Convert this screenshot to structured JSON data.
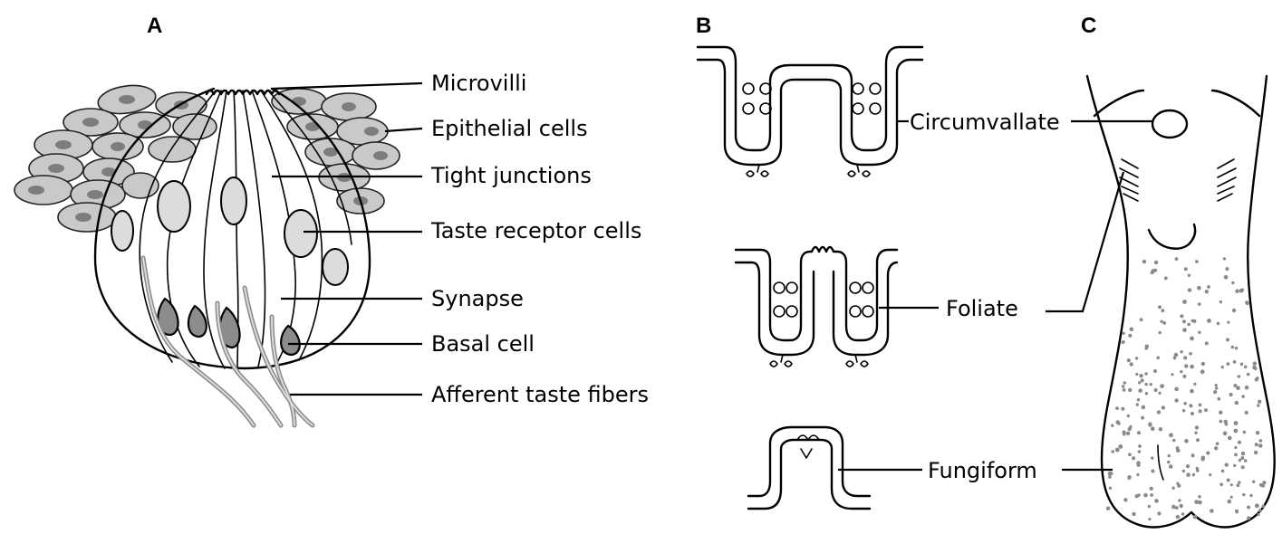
{
  "panels": {
    "a": "A",
    "b": "B",
    "c": "C"
  },
  "panel_a_labels": {
    "microvilli": "Microvilli",
    "epithelial_cells": "Epithelial cells",
    "tight_junctions": "Tight junctions",
    "taste_receptor_cells": "Taste receptor cells",
    "synapse": "Synapse",
    "basal_cell": "Basal cell",
    "afferent_taste_fibers": "Afferent taste fibers"
  },
  "panel_b_labels": {
    "circumvallate": "Circumvallate",
    "foliate": "Foliate",
    "fungiform": "Fungiform"
  },
  "colors": {
    "ink": "#000000",
    "cell_fill": "#c9c9c9",
    "nucleus": "#7d7d7d",
    "fiber": "#8a8a8a"
  }
}
